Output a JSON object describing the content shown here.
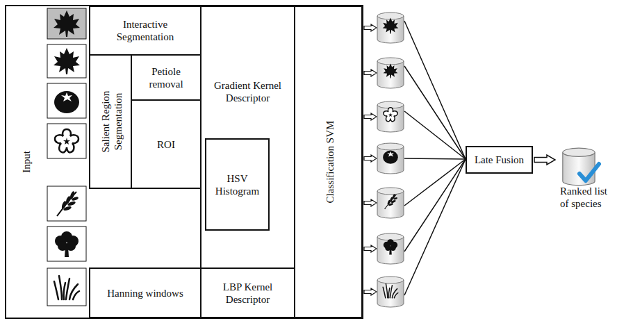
{
  "diagram": {
    "nodes": [
      {
        "text": [
          "Input"
        ]
      },
      {
        "text": [
          "Interactive Segmentation"
        ]
      },
      {
        "text": [
          "Salient Region Segmentation"
        ]
      },
      {
        "text": [
          "Petiole removal"
        ]
      },
      {
        "text": [
          "ROI"
        ]
      },
      {
        "text": [
          "Hanning windows"
        ]
      },
      {
        "text": [
          "Gradient Kernel Descriptor"
        ]
      },
      {
        "text": [
          "HSV Histogram"
        ],
        "in": 6
      },
      {
        "text": [
          "LBP Kernel Descriptor"
        ]
      },
      {
        "text": [
          "Classification SVM"
        ]
      },
      {
        "text": [
          "Late Fusion"
        ]
      },
      {
        "text": [
          "Ranked list of species"
        ]
      }
    ],
    "edges": [
      {
        "from": 10,
        "to": 11,
        "arrow": "to"
      }
    ]
  }
}
